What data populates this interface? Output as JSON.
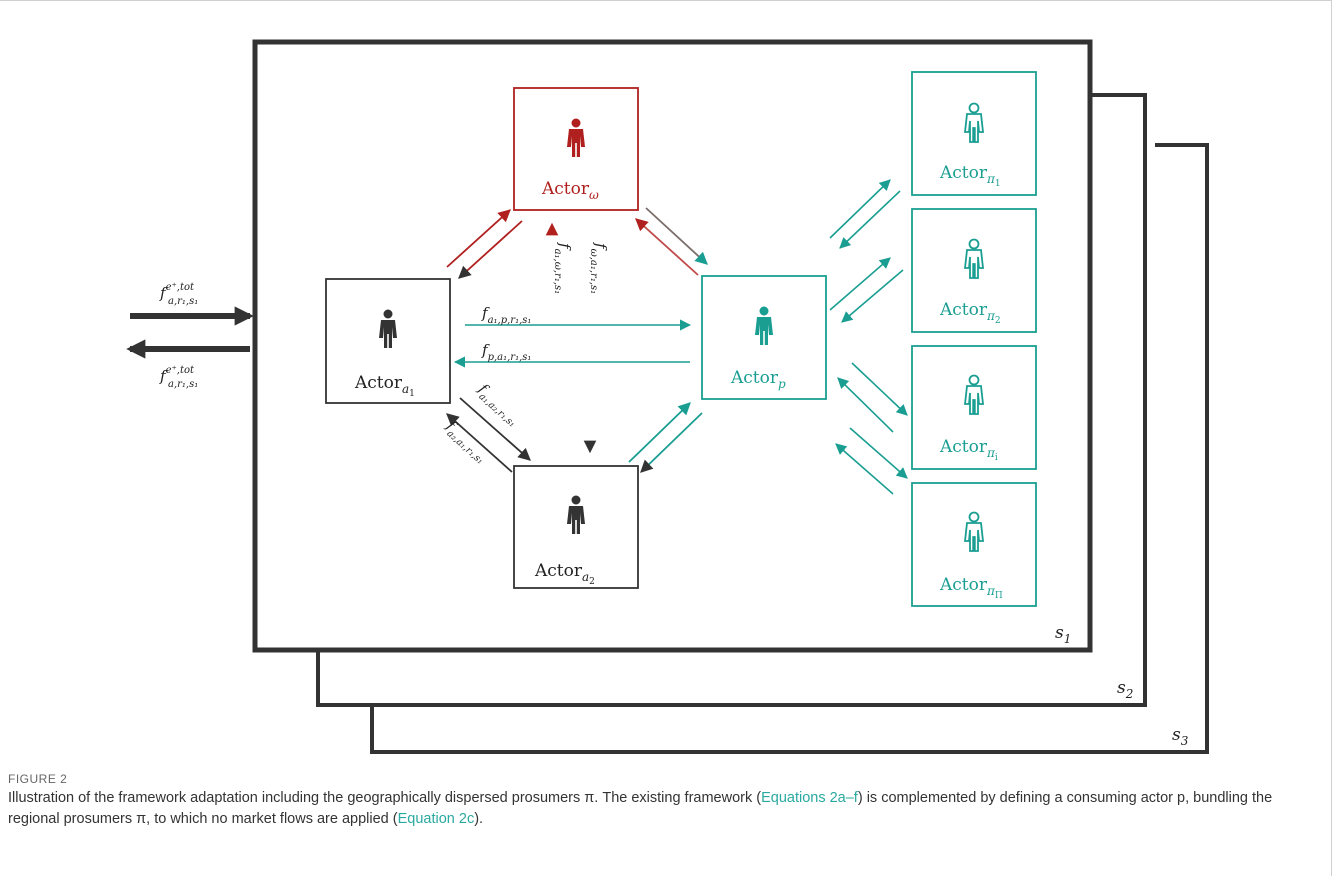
{
  "colors": {
    "dark": "#333333",
    "red": "#b0201e",
    "teal": "#1a9e92"
  },
  "diagram": {
    "scenarios": [
      {
        "base": "s",
        "sub": "1"
      },
      {
        "base": "s",
        "sub": "2"
      },
      {
        "base": "s",
        "sub": "3"
      }
    ],
    "actors": {
      "omega": {
        "base": "Actor",
        "sub": "ω"
      },
      "a1": {
        "base": "Actor",
        "sub": "a",
        "subsub": "1"
      },
      "a2": {
        "base": "Actor",
        "sub": "a",
        "subsub": "2"
      },
      "p": {
        "base": "Actor",
        "sub": "p"
      },
      "pi1": {
        "base": "Actor",
        "sub": "π",
        "subsub": "1"
      },
      "pi2": {
        "base": "Actor",
        "sub": "π",
        "subsub": "2"
      },
      "pii": {
        "base": "Actor",
        "sub": "π",
        "subsub": "i"
      },
      "piPi": {
        "base": "Actor",
        "sub": "π",
        "subsub": "Π"
      }
    },
    "flows": {
      "ext_in": {
        "f": "f",
        "sup": "e⁺,tot",
        "sub": "a,r₁,s₁"
      },
      "ext_out": {
        "f": "f",
        "sup": "e⁺,tot",
        "sub": "a,r₁,s₁"
      },
      "a1_p": {
        "f": "f",
        "sub": "a₁,p,r₁,s₁"
      },
      "p_a1": {
        "f": "f",
        "sub": "p,a₁,r₁,s₁"
      },
      "a1_omega": {
        "f": "f",
        "sub": "a₁,ω,r₁,s₁"
      },
      "omega_a1": {
        "f": "f",
        "sub": "ω,a₁,r₁,s₁"
      },
      "a1_a2": {
        "f": "f",
        "sub": "a₁,a₂,r₁,s₁"
      },
      "a2_a1": {
        "f": "f",
        "sub": "a₂,a₁,r₁,s₁"
      }
    }
  },
  "caption": {
    "label": "FIGURE 2",
    "part1": "Illustration of the framework adaptation including the geographically dispersed prosumers π. The existing framework (",
    "link1": "Equations 2a–f",
    "part2": ") is complemented by defining a consuming actor p, bundling the regional prosumers π, to which no market flows are applied (",
    "link2": "Equation 2c",
    "part3": ")."
  }
}
